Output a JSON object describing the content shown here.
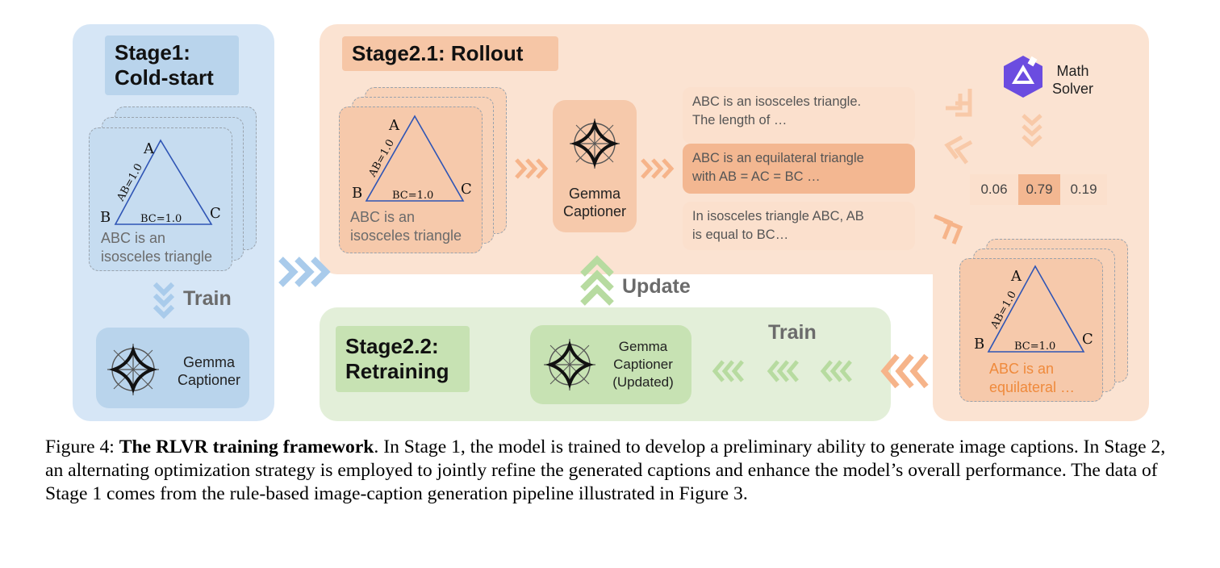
{
  "stage1": {
    "title_line1": "Stage1:",
    "title_line2": "Cold-start",
    "triangle": {
      "a": "A",
      "b": "B",
      "c": "C",
      "ab": "AB=1.0",
      "bc": "BC=1.0"
    },
    "caption_line1": "ABC is an",
    "caption_line2": "isosceles triangle",
    "train_label": "Train",
    "captioner_line1": "Gemma",
    "captioner_line2": "Captioner"
  },
  "rollout": {
    "title": "Stage2.1: Rollout",
    "triangle": {
      "a": "A",
      "b": "B",
      "c": "C",
      "ab": "AB=1.0",
      "bc": "BC=1.0"
    },
    "caption_line1": "ABC is an",
    "caption_line2": "isosceles triangle",
    "captioner_line1": "Gemma",
    "captioner_line2": "Captioner",
    "candidates": [
      {
        "line1": "ABC is an isosceles triangle.",
        "line2": "The length of …"
      },
      {
        "line1": "ABC is an equilateral triangle",
        "line2": "with AB = AC = BC …"
      },
      {
        "line1": "In isosceles triangle ABC, AB",
        "line2": "is equal to BC…"
      }
    ],
    "solver_line1": "Math",
    "solver_line2": "Solver",
    "scores": [
      "0.06",
      "0.79",
      "0.19"
    ],
    "selected": {
      "triangle": {
        "a": "A",
        "b": "B",
        "c": "C",
        "ab": "AB=1.0",
        "bc": "BC=1.0"
      },
      "caption_line1": "ABC is an",
      "caption_line2": "equilateral …"
    }
  },
  "update_label": "Update",
  "retrain": {
    "title_line1": "Stage2.2:",
    "title_line2": "Retraining",
    "train_label": "Train",
    "captioner_line1": "Gemma",
    "captioner_line2": "Captioner",
    "captioner_line3": "(Updated)"
  },
  "figure_caption": {
    "label": "Figure 4: ",
    "bold": "The RLVR training framework",
    "rest": ". In Stage 1, the model is trained to develop a preliminary ability to generate image captions. In Stage 2, an alternating optimization strategy is employed to jointly refine the generated captions and enhance the model’s overall performance. The data of Stage 1 comes from the rule-based image-caption generation pipeline illustrated in Figure 3."
  },
  "colors": {
    "stage1_bg": "#d6e6f6",
    "rollout_bg": "#fbe3d2",
    "retrain_bg": "#e3efd9",
    "arrow_blue": "#a9cbeb",
    "arrow_orange": "#f6b48a",
    "arrow_green": "#b7dba0",
    "triangle_blue": "#2f55b5",
    "solver_purple": "#6b4ce0"
  }
}
